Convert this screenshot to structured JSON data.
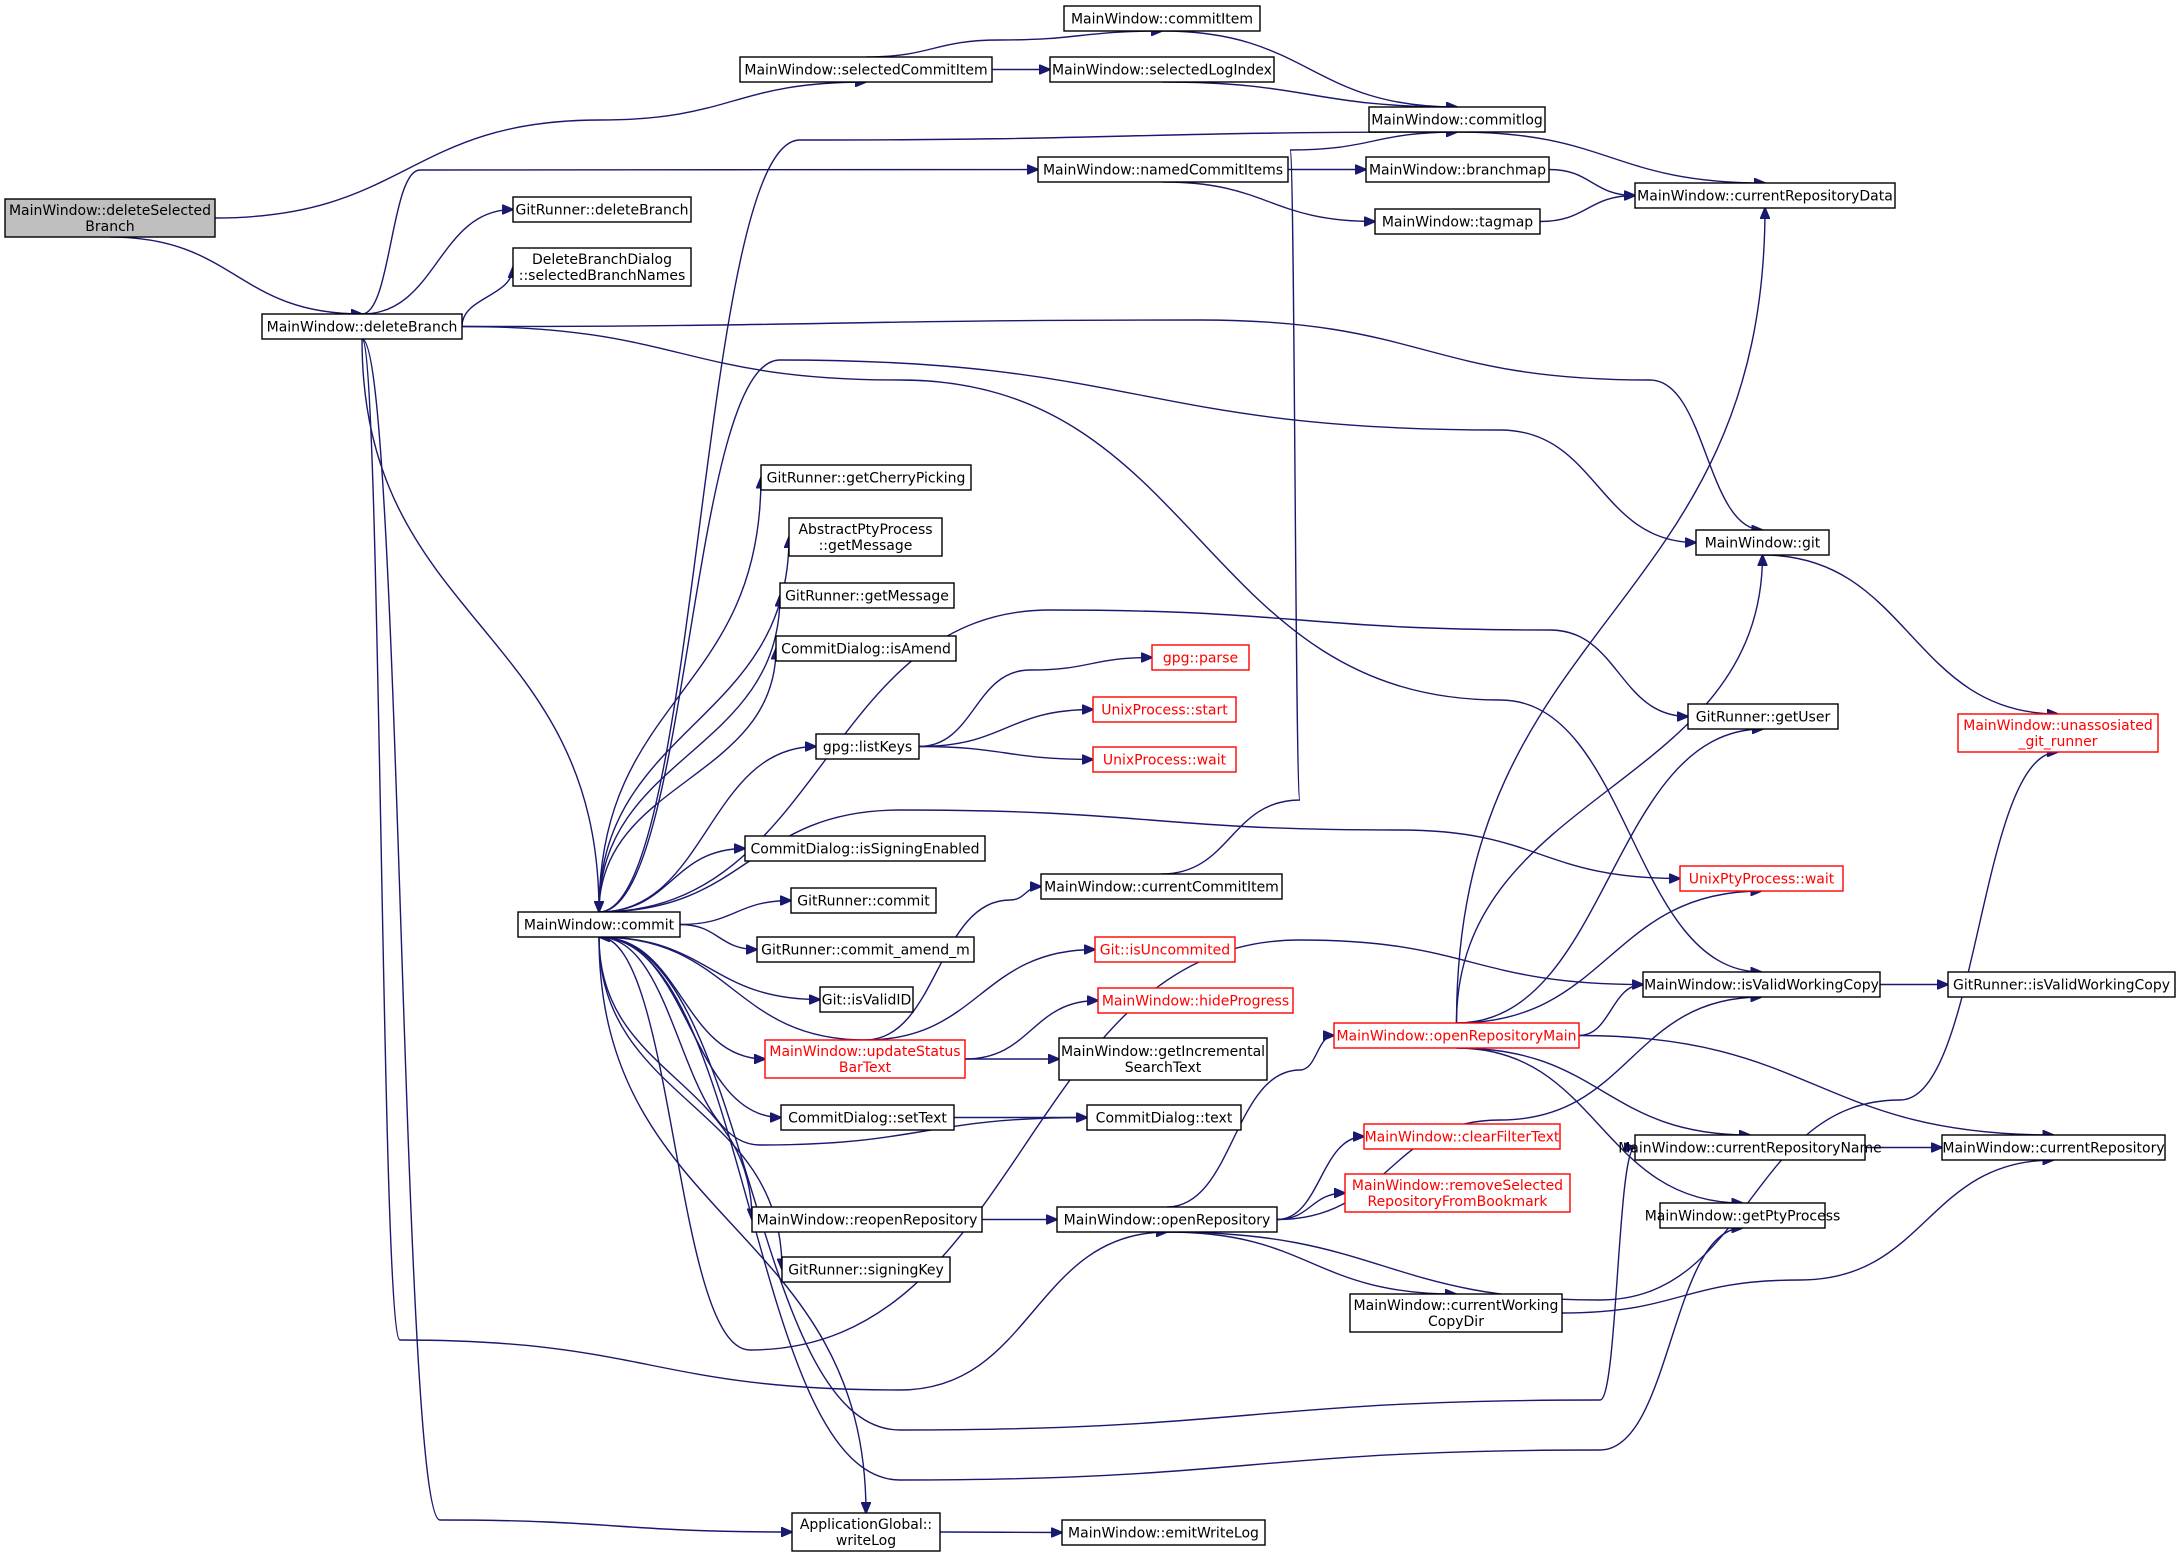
{
  "colors": {
    "edge": "#191970",
    "highlight_fill": "#bfbfbf",
    "node_border": "#000000",
    "truncated_border": "#ff0000",
    "truncated_text": "#ff0000"
  },
  "nodes": [
    {
      "id": "deleteSelectedBranch",
      "lines": [
        "MainWindow::deleteSelected",
        "Branch"
      ],
      "style": "highlight"
    },
    {
      "id": "selectedCommitItem",
      "lines": [
        "MainWindow::selectedCommitItem"
      ],
      "style": "normal"
    },
    {
      "id": "commitItem",
      "lines": [
        "MainWindow::commitItem"
      ],
      "style": "normal"
    },
    {
      "id": "selectedLogIndex",
      "lines": [
        "MainWindow::selectedLogIndex"
      ],
      "style": "normal"
    },
    {
      "id": "commitlog",
      "lines": [
        "MainWindow::commitlog"
      ],
      "style": "normal"
    },
    {
      "id": "namedCommitItems",
      "lines": [
        "MainWindow::namedCommitItems"
      ],
      "style": "normal"
    },
    {
      "id": "branchmap",
      "lines": [
        "MainWindow::branchmap"
      ],
      "style": "normal"
    },
    {
      "id": "tagmap",
      "lines": [
        "MainWindow::tagmap"
      ],
      "style": "normal"
    },
    {
      "id": "currentRepositoryData",
      "lines": [
        "MainWindow::currentRepositoryData"
      ],
      "style": "normal"
    },
    {
      "id": "gr_deleteBranch",
      "lines": [
        "GitRunner::deleteBranch"
      ],
      "style": "normal"
    },
    {
      "id": "dbd_selectedBranchNames",
      "lines": [
        "DeleteBranchDialog",
        "::selectedBranchNames"
      ],
      "style": "normal"
    },
    {
      "id": "mw_deleteBranch",
      "lines": [
        "MainWindow::deleteBranch"
      ],
      "style": "normal"
    },
    {
      "id": "getCherryPicking",
      "lines": [
        "GitRunner::getCherryPicking"
      ],
      "style": "normal"
    },
    {
      "id": "apty_getMessage",
      "lines": [
        "AbstractPtyProcess",
        "::getMessage"
      ],
      "style": "normal"
    },
    {
      "id": "gr_getMessage",
      "lines": [
        "GitRunner::getMessage"
      ],
      "style": "normal"
    },
    {
      "id": "isAmend",
      "lines": [
        "CommitDialog::isAmend"
      ],
      "style": "normal"
    },
    {
      "id": "git",
      "lines": [
        "MainWindow::git"
      ],
      "style": "normal"
    },
    {
      "id": "gpg_parse",
      "lines": [
        "gpg::parse"
      ],
      "style": "truncated"
    },
    {
      "id": "gpg_listKeys",
      "lines": [
        "gpg::listKeys"
      ],
      "style": "normal"
    },
    {
      "id": "up_start",
      "lines": [
        "UnixProcess::start"
      ],
      "style": "truncated"
    },
    {
      "id": "up_wait",
      "lines": [
        "UnixProcess::wait"
      ],
      "style": "truncated"
    },
    {
      "id": "getUser",
      "lines": [
        "GitRunner::getUser"
      ],
      "style": "normal"
    },
    {
      "id": "unassosiated",
      "lines": [
        "MainWindow::unassosiated",
        "_git_runner"
      ],
      "style": "truncated"
    },
    {
      "id": "isSigningEnabled",
      "lines": [
        "CommitDialog::isSigningEnabled"
      ],
      "style": "normal"
    },
    {
      "id": "currentCommitItem",
      "lines": [
        "MainWindow::currentCommitItem"
      ],
      "style": "normal"
    },
    {
      "id": "upty_wait",
      "lines": [
        "UnixPtyProcess::wait"
      ],
      "style": "truncated"
    },
    {
      "id": "mw_commit",
      "lines": [
        "MainWindow::commit"
      ],
      "style": "normal"
    },
    {
      "id": "gr_commit",
      "lines": [
        "GitRunner::commit"
      ],
      "style": "normal"
    },
    {
      "id": "isUncommited",
      "lines": [
        "Git::isUncommited"
      ],
      "style": "truncated"
    },
    {
      "id": "commit_amend_m",
      "lines": [
        "GitRunner::commit_amend_m"
      ],
      "style": "normal"
    },
    {
      "id": "isValidWorkingCopy",
      "lines": [
        "MainWindow::isValidWorkingCopy"
      ],
      "style": "normal"
    },
    {
      "id": "gr_isValidWorkingCopy",
      "lines": [
        "GitRunner::isValidWorkingCopy"
      ],
      "style": "normal"
    },
    {
      "id": "openRepositoryMain",
      "lines": [
        "MainWindow::openRepositoryMain"
      ],
      "style": "truncated"
    },
    {
      "id": "isValidID",
      "lines": [
        "Git::isValidID"
      ],
      "style": "normal"
    },
    {
      "id": "hideProgress",
      "lines": [
        "MainWindow::hideProgress"
      ],
      "style": "truncated"
    },
    {
      "id": "updateStatusBarText",
      "lines": [
        "MainWindow::updateStatus",
        "BarText"
      ],
      "style": "truncated"
    },
    {
      "id": "getIncrementalSearchText",
      "lines": [
        "MainWindow::getIncremental",
        "SearchText"
      ],
      "style": "normal"
    },
    {
      "id": "cd_setText",
      "lines": [
        "CommitDialog::setText"
      ],
      "style": "normal"
    },
    {
      "id": "cd_text",
      "lines": [
        "CommitDialog::text"
      ],
      "style": "normal"
    },
    {
      "id": "clearFilterText",
      "lines": [
        "MainWindow::clearFilterText"
      ],
      "style": "truncated"
    },
    {
      "id": "currentRepositoryName",
      "lines": [
        "MainWindow::currentRepositoryName"
      ],
      "style": "normal"
    },
    {
      "id": "currentRepository",
      "lines": [
        "MainWindow::currentRepository"
      ],
      "style": "normal"
    },
    {
      "id": "removeSelected",
      "lines": [
        "MainWindow::removeSelected",
        "RepositoryFromBookmark"
      ],
      "style": "truncated"
    },
    {
      "id": "reopenRepository",
      "lines": [
        "MainWindow::reopenRepository"
      ],
      "style": "normal"
    },
    {
      "id": "openRepository",
      "lines": [
        "MainWindow::openRepository"
      ],
      "style": "normal"
    },
    {
      "id": "getPtyProcess",
      "lines": [
        "MainWindow::getPtyProcess"
      ],
      "style": "normal"
    },
    {
      "id": "signingKey",
      "lines": [
        "GitRunner::signingKey"
      ],
      "style": "normal"
    },
    {
      "id": "currentWorkingCopyDir",
      "lines": [
        "MainWindow::currentWorking",
        "CopyDir"
      ],
      "style": "normal"
    },
    {
      "id": "writeLog",
      "lines": [
        "ApplicationGlobal::",
        "writeLog"
      ],
      "style": "normal"
    },
    {
      "id": "emitWriteLog",
      "lines": [
        "MainWindow::emitWriteLog"
      ],
      "style": "normal"
    }
  ]
}
